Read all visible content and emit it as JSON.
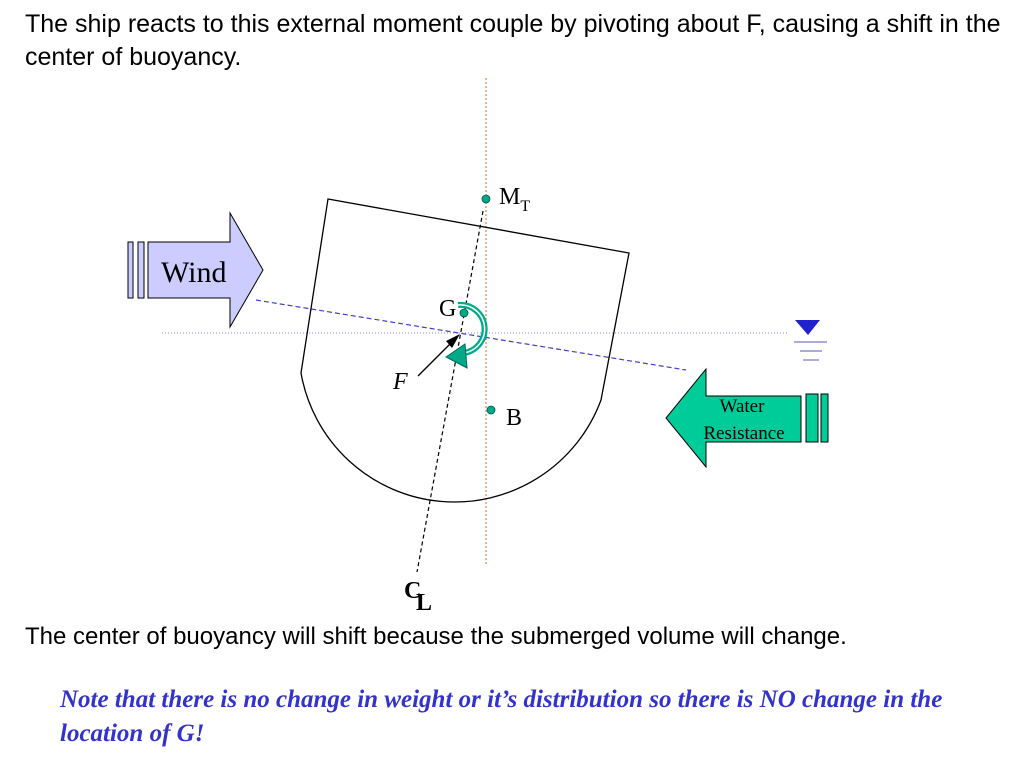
{
  "heading": "The ship reacts to this external moment couple by pivoting about F, causing a shift in the center of buoyancy.",
  "labels": {
    "wind": "Wind",
    "metacenter_main": "M",
    "metacenter_sub": "T",
    "g": "G",
    "f": "F",
    "b": "B",
    "water_resistance_line1": "Water",
    "water_resistance_line2": "Resistance",
    "centerline_c": "C",
    "centerline_l": "L"
  },
  "bottom_text": "The center of buoyancy will shift because the submerged volume will change.",
  "note": "Note that there is no change in weight or it’s distribution so there is NO change in the location of G!",
  "colors": {
    "wind_arrow": "#ccccff",
    "water_arrow": "#00cc99",
    "rotation_arrow": "#00aa88",
    "vertical_line": "#e06030",
    "waterline": "#4040c0",
    "note_text": "#3333cc",
    "water_symbol": "#2222cc"
  }
}
